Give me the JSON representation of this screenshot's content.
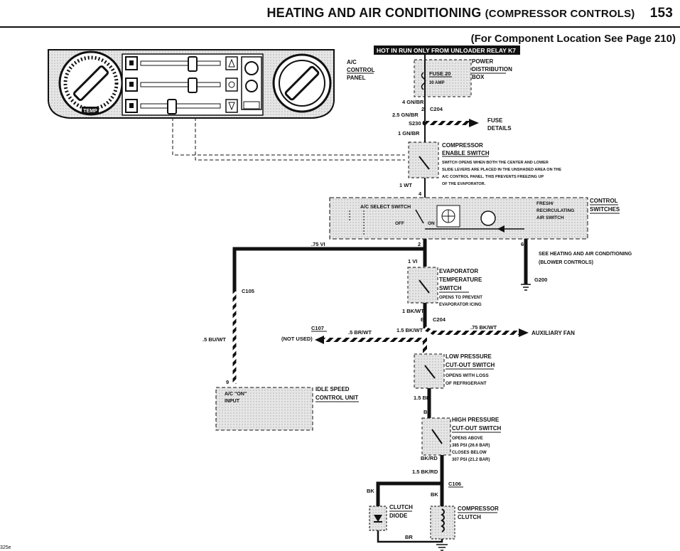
{
  "header": {
    "title_main": "HEATING AND AIR CONDITIONING",
    "title_sub": "(COMPRESSOR CONTROLS)",
    "page_number": "153",
    "location_note": "(For Component Location See Page 210)"
  },
  "panel": {
    "label": [
      "A/C",
      "CONTROL",
      "PANEL"
    ],
    "temp_label": "TEMP"
  },
  "components": {
    "hot_in_run": "HOT IN RUN ONLY FROM UNLOADER RELAY K7",
    "fuse": "FUSE 20",
    "fuse_rating": "30 AMP",
    "power_box": [
      "POWER",
      "DISTRIBUTION",
      "BOX"
    ],
    "fuse_details": [
      "FUSE",
      "DETAILS"
    ],
    "compressor_enable": [
      "COMPRESSOR",
      "ENABLE SWITCH"
    ],
    "compressor_enable_note": [
      "SWITCH OPENS WHEN BOTH THE CENTER AND LOWER",
      "SLIDE LEVERS ARE PLACED IN THE UNSHADED AREA ON THE",
      "A/C CONTROL PANEL. THIS PREVENTS FREEZING UP",
      "OF THE EVAPORATOR."
    ],
    "control_switches": [
      "CONTROL",
      "SWITCHES"
    ],
    "ac_select": "A/C SELECT SWITCH",
    "off": "OFF",
    "on": "ON",
    "fresh_recirc": [
      "FRESH/",
      "RECIRCULATING",
      "AIR SWITCH"
    ],
    "blower_ref": [
      "SEE HEATING AND AIR CONDITIONING",
      "(BLOWER CONTROLS)"
    ],
    "evap_switch": [
      "EVAPORATOR",
      "TEMPERATURE",
      "SWITCH"
    ],
    "evap_note": [
      "OPENS TO PREVENT",
      "EVAPORATOR ICING"
    ],
    "aux_fan": "AUXILIARY FAN",
    "not_used": "(NOT USED)",
    "low_pressure": [
      "LOW PRESSURE",
      "CUT-OUT SWITCH"
    ],
    "low_pressure_note": [
      "OPENS WITH LOSS",
      "OF REFRIGERANT"
    ],
    "high_pressure": [
      "HIGH PRESSURE",
      "CUT-OUT SWITCH"
    ],
    "high_pressure_note": [
      "OPENS ABOVE",
      "385 PSI (26.6 BAR)",
      "CLOSES BELOW",
      "307 PSI (21.2 BAR)"
    ],
    "idle_unit": [
      "IDLE SPEED",
      "CONTROL UNIT"
    ],
    "ac_on_input": [
      "A/C \"ON\"",
      "INPUT"
    ],
    "clutch_diode": [
      "CLUTCH",
      "DIODE"
    ],
    "compressor_clutch": [
      "COMPRESSOR",
      "CLUTCH"
    ]
  },
  "connectors": {
    "c204": "C204",
    "s230": "S230",
    "c105": "C105",
    "c107": "C107",
    "c106": "C106",
    "g200": "G200"
  },
  "wires": {
    "w_4gnbr": "4 GN/BR",
    "w_25gnbr": "2.5 GN/BR",
    "w_1gnbr": "1 GN/BR",
    "w_1wt": "1 WT",
    "w_75vi": ".75 VI",
    "w_1vi": "1 VI",
    "w_1bkwt": "1 BK/WT",
    "w_15bkwt": "1.5 BK/WT",
    "w_75bkwt": ".75 BK/WT",
    "w_5brwt": ".5 BR/WT",
    "w_5buwt": ".5 BU/WT",
    "w_15bk": "1.5 BK",
    "w_bk": "BK",
    "w_bkrd": "BK/RD",
    "w_15bkrd": "1.5 BK/RD",
    "w_br": "BR"
  },
  "pins": {
    "p2": "2",
    "p4": "4",
    "p6": "6",
    "p8": "B",
    "p9": "9"
  },
  "footer_code": "325e"
}
